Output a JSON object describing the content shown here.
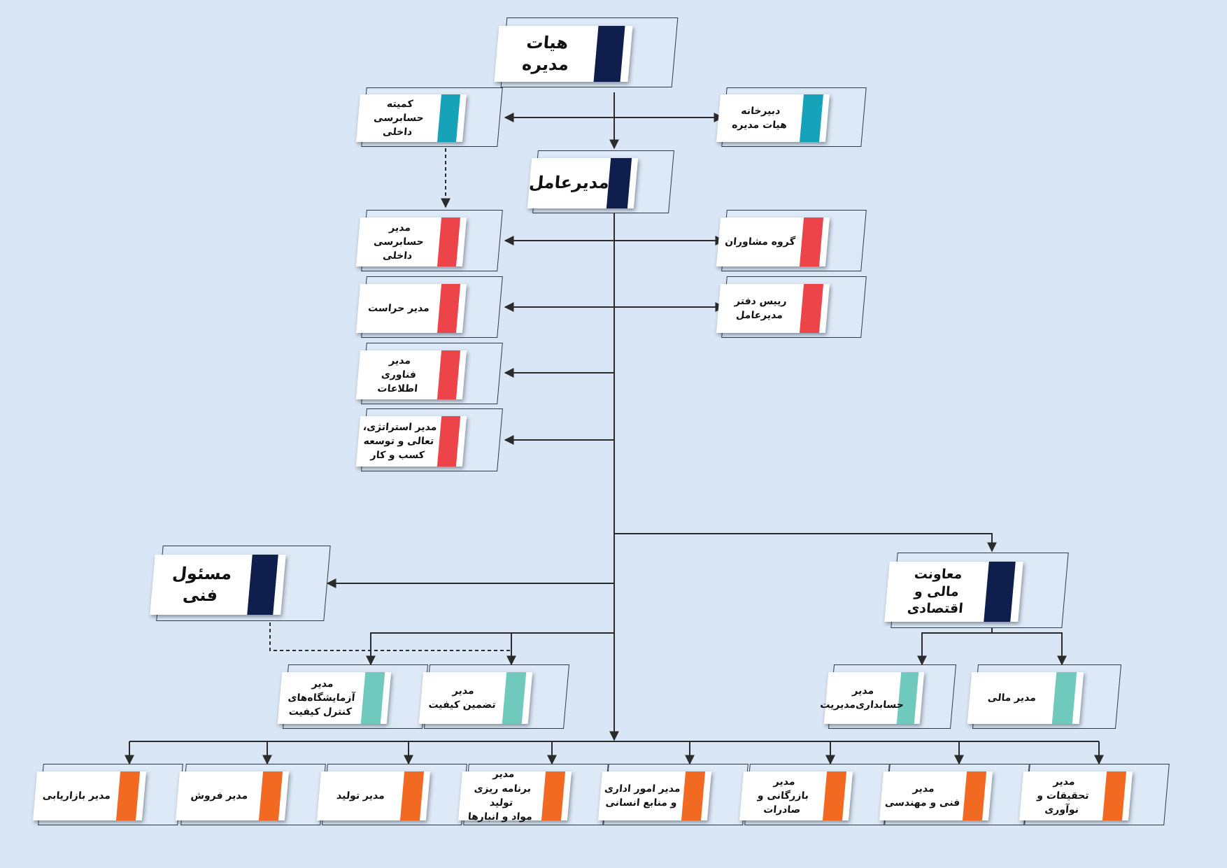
{
  "colors": {
    "background": "#d8e6f5",
    "navy": "#0e1f4d",
    "teal": "#16a3b9",
    "red": "#ec4449",
    "mint": "#6fc9bd",
    "orange": "#f26a22",
    "line": "#2b2b2b"
  },
  "nodes": {
    "board": {
      "label": "هیات مدیره",
      "color": "navy"
    },
    "audit_committee": {
      "label": "کمیته\nحسابرسی داخلی",
      "color": "teal"
    },
    "board_secretariat": {
      "label": "دبیرخانه\nهیات مدیره",
      "color": "teal"
    },
    "ceo": {
      "label": "مدیرعامل",
      "color": "navy"
    },
    "internal_audit_manager": {
      "label": "مدیر\nحسابرسی داخلی",
      "color": "red"
    },
    "advisors_group": {
      "label": "گروه مشاوران",
      "color": "red"
    },
    "security_manager": {
      "label": "مدیر حراست",
      "color": "red"
    },
    "ceo_office_head": {
      "label": "رییس دفتر\nمدیرعامل",
      "color": "red"
    },
    "it_manager": {
      "label": "مدیر\nفناوری اطلاعات",
      "color": "red"
    },
    "strategy_manager": {
      "label": "مدیر استراتژی،\nتعالی و توسعه\nکسب و کار",
      "color": "red"
    },
    "technical_officer": {
      "label": "مسئول فنی",
      "color": "navy"
    },
    "finance_deputy": {
      "label": "معاونت\nمالی و اقتصادی",
      "color": "navy"
    },
    "qc_lab_manager": {
      "label": "مدیر آزمایشگاه‌های\nکنترل کیفیت",
      "color": "mint"
    },
    "qa_manager": {
      "label": "مدیر\nتضمین کیفیت",
      "color": "mint"
    },
    "mgmt_accounting_manager": {
      "label": "مدیر\nحسابداری‌مدیریت",
      "color": "mint"
    },
    "finance_manager": {
      "label": "مدیر مالی",
      "color": "mint"
    },
    "marketing_manager": {
      "label": "مدیر بازاریابی",
      "color": "orange"
    },
    "sales_manager": {
      "label": "مدیر فروش",
      "color": "orange"
    },
    "production_manager": {
      "label": "مدیر تولید",
      "color": "orange"
    },
    "planning_manager": {
      "label": "مدیر\nبرنامه ریزی تولید\nمواد و انبارها",
      "color": "orange"
    },
    "admin_hr_manager": {
      "label": "مدیر امور اداری\nو منابع انسانی",
      "color": "orange"
    },
    "commerce_manager": {
      "label": "مدیر\nبازرگانی و صادرات",
      "color": "orange"
    },
    "engineering_manager": {
      "label": "مدیر\nفنی و مهندسی",
      "color": "orange"
    },
    "rnd_manager": {
      "label": "مدیر\nتحقیقات و نوآوری",
      "color": "orange"
    }
  }
}
